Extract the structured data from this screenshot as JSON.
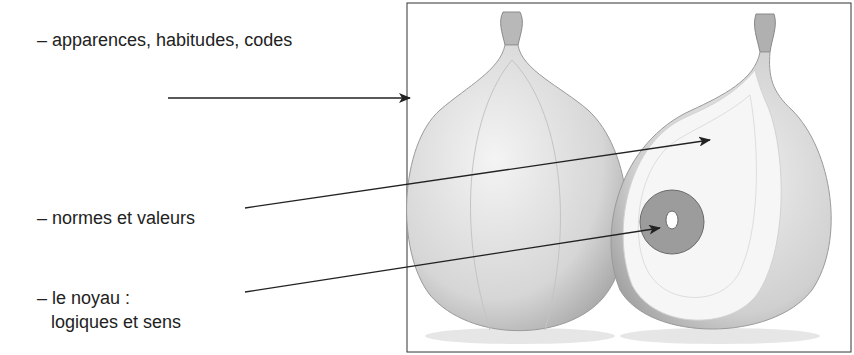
{
  "diagram": {
    "labels": [
      "– apparences, habitudes, codes",
      "– normes et valeurs",
      "– le noyau : logiques et sens"
    ]
  }
}
